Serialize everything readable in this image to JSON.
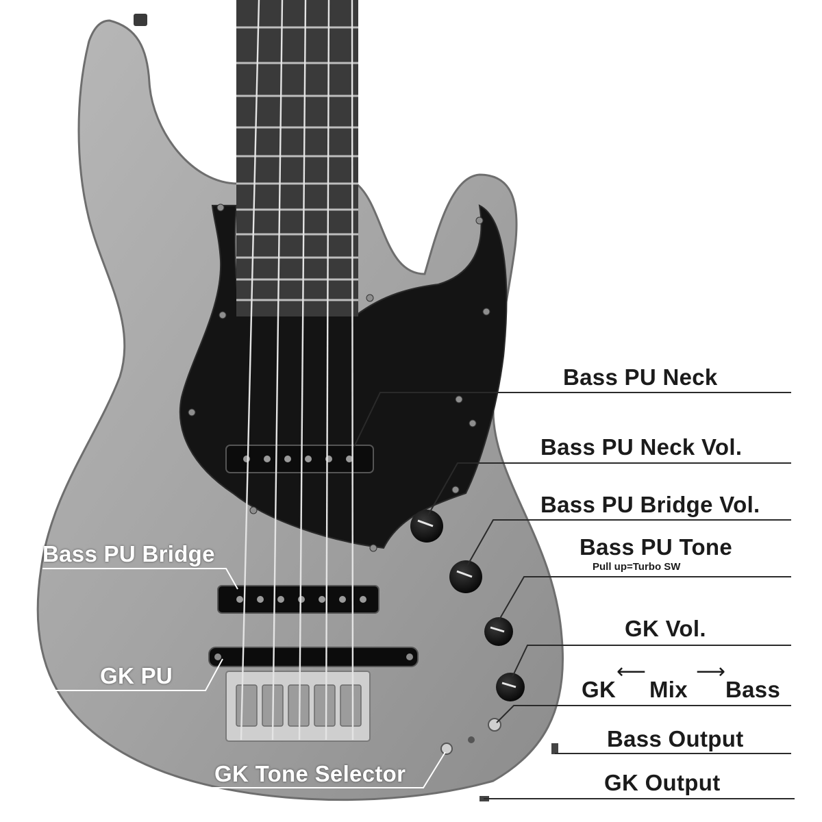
{
  "labels": {
    "bass_pu_neck": "Bass PU Neck",
    "bass_pu_neck_vol": "Bass PU Neck Vol.",
    "bass_pu_bridge_vol": "Bass PU Bridge Vol.",
    "bass_pu_tone": "Bass PU Tone",
    "bass_pu_tone_note": "Pull up=Turbo SW",
    "bass_pu_bridge": "Bass PU Bridge",
    "gk_vol": "GK Vol.",
    "mix_gk": "GK",
    "mix_mix": "Mix",
    "mix_bass": "Bass",
    "mix_arrow_left": "⟵",
    "mix_arrow_right": "⟶",
    "gk_pu": "GK PU",
    "bass_output": "Bass Output",
    "gk_tone_selector": "GK Tone Selector",
    "gk_output": "GK Output"
  },
  "colors": {
    "body": "#a6a6a6",
    "pickguard": "#141414",
    "fretboard": "#3a3a3a",
    "leader": "#2a2a2a",
    "leader_light": "#ffffff"
  },
  "icons": {
    "knob": "knob-icon",
    "screw": "screw-icon"
  }
}
